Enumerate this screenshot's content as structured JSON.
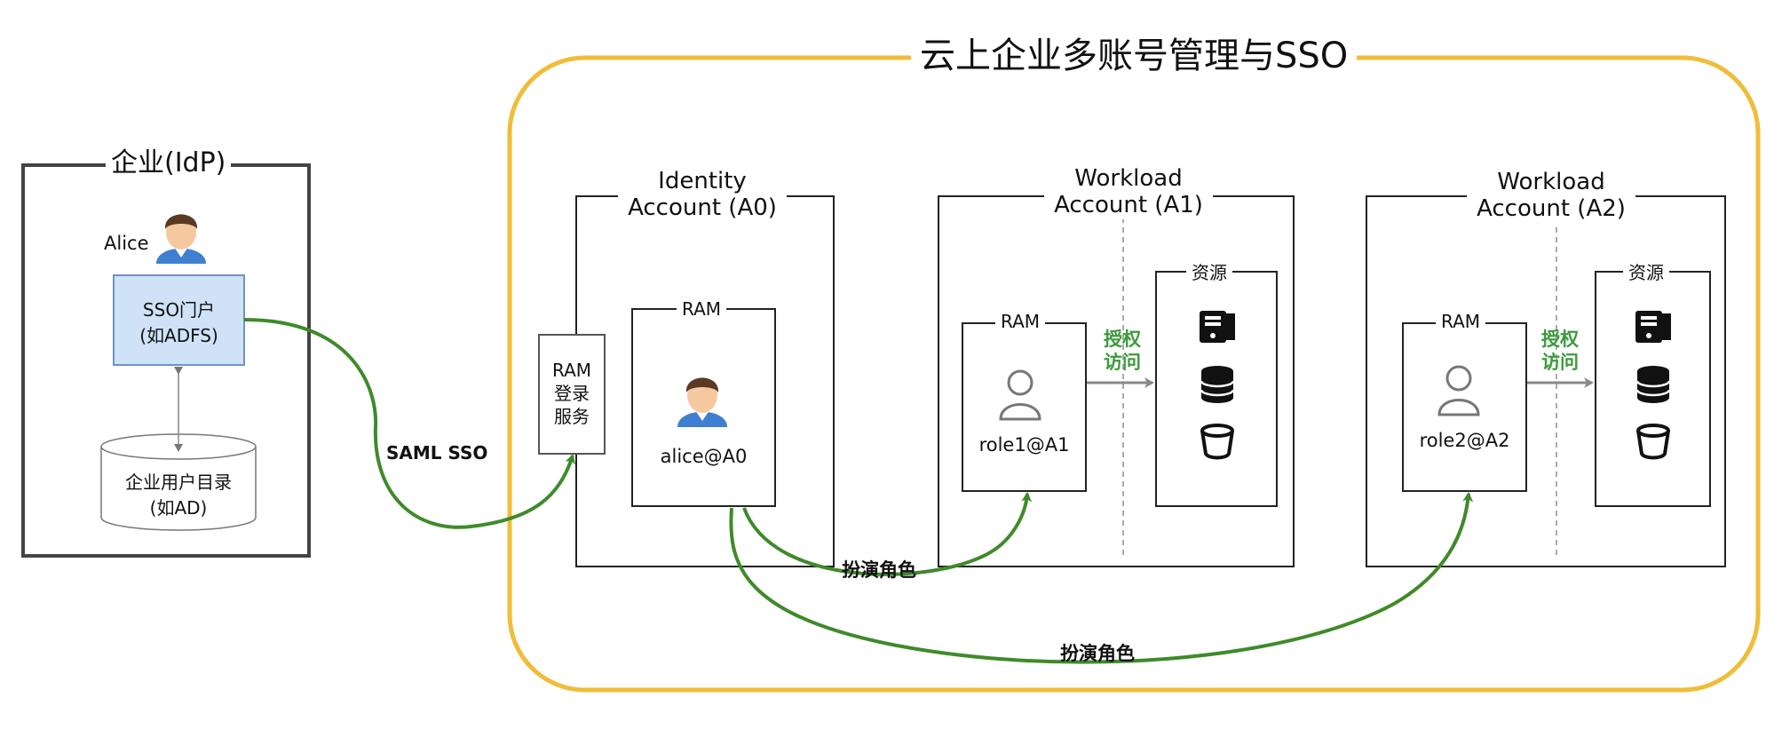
{
  "title": "云上企业多账号管理与SSO",
  "enterprise": {
    "title": "企业(IdP)",
    "user_label": "Alice",
    "sso_portal_line1": "SSO门户",
    "sso_portal_line2": "(如ADFS)",
    "directory_line1": "企业用户目录",
    "directory_line2": "(如AD)"
  },
  "saml_label": "SAML SSO",
  "ram_login": {
    "line1": "RAM",
    "line2": "登录",
    "line3": "服务"
  },
  "identity_account": {
    "title_line1": "Identity",
    "title_line2": "Account (A0)",
    "ram_label": "RAM",
    "user_label": "alice@A0"
  },
  "workload_a1": {
    "title_line1": "Workload",
    "title_line2": "Account (A1)",
    "ram_label": "RAM",
    "role_label": "role1@A1",
    "resources_label": "资源",
    "grant_line1": "授权",
    "grant_line2": "访问"
  },
  "workload_a2": {
    "title_line1": "Workload",
    "title_line2": "Account (A2)",
    "ram_label": "RAM",
    "role_label": "role2@A2",
    "resources_label": "资源",
    "grant_line1": "授权",
    "grant_line2": "访问"
  },
  "assume_role_1": "扮演角色",
  "assume_role_2": "扮演角色",
  "colors": {
    "cloud_border": "#f0bd3a",
    "flow_green": "#3f8a2a",
    "grant_green": "#3c9a3c",
    "portal_fill": "#cfe2f8",
    "portal_border": "#6e93c4"
  }
}
